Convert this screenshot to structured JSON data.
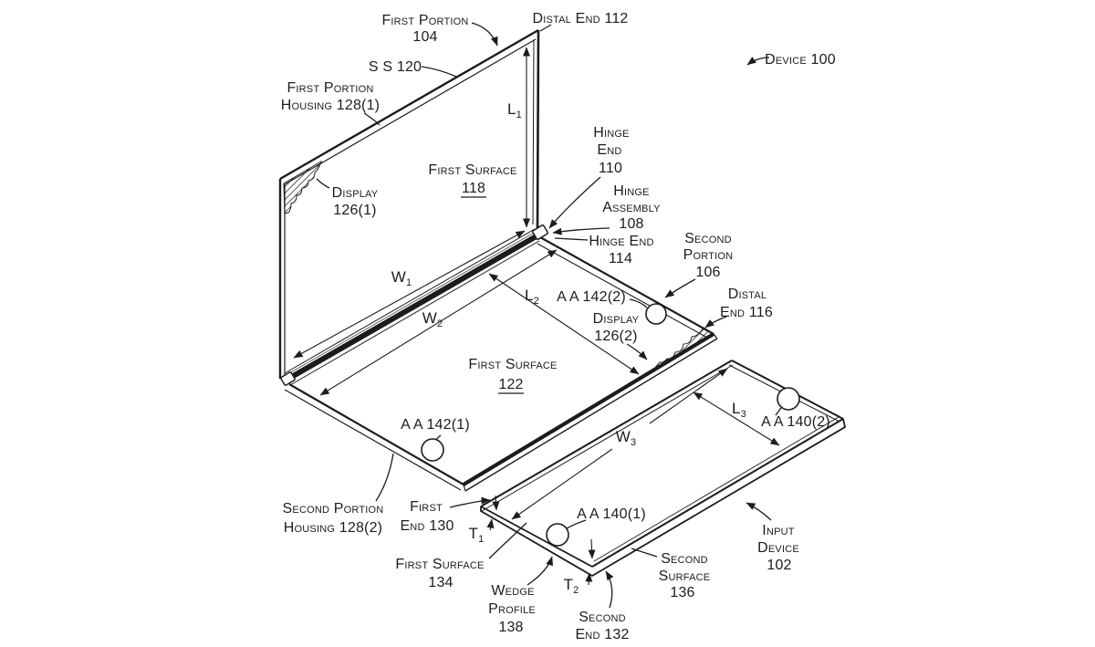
{
  "figure": {
    "labels": {
      "fp104": [
        "First Portion",
        "104"
      ],
      "distal112": [
        "Distal End 112"
      ],
      "ss120": [
        "S S 120"
      ],
      "fph128": [
        "First Portion",
        "Housing 128(1)"
      ],
      "disp126_1": [
        "Display",
        "126(1)"
      ],
      "fs118": [
        "First Surface",
        "118"
      ],
      "he110": [
        "Hinge",
        "End",
        "110"
      ],
      "ha108": [
        "Hinge",
        "Assembly",
        "108"
      ],
      "he114": [
        "Hinge End",
        "114"
      ],
      "sp106": [
        "Second",
        "Portion",
        "106"
      ],
      "de116": [
        "Distal",
        "End 116"
      ],
      "aa142_2": [
        "A A 142(2)"
      ],
      "disp126_2": [
        "Display",
        "126(2)"
      ],
      "device100": [
        "Device 100"
      ],
      "fs122": [
        "First Surface",
        "122"
      ],
      "aa142_1": [
        "A A 142(1)"
      ],
      "sph128": [
        "Second Portion",
        "Housing 128(2)"
      ],
      "fe130": [
        "First",
        "End 130"
      ],
      "fs134": [
        "First Surface",
        "134"
      ],
      "wp138": [
        "Wedge",
        "Profile",
        "138"
      ],
      "se132": [
        "Second",
        "End 132"
      ],
      "ssurf136": [
        "Second",
        "Surface",
        "136"
      ],
      "id102": [
        "Input",
        "Device",
        "102"
      ],
      "aa140_1": [
        "A A 140(1)"
      ],
      "aa140_2": [
        "A A 140(2)"
      ]
    },
    "dims": {
      "l1": {
        "base": "L",
        "sub": "1"
      },
      "l2": {
        "base": "L",
        "sub": "2"
      },
      "l3": {
        "base": "L",
        "sub": "3"
      },
      "w1": {
        "base": "W",
        "sub": "1"
      },
      "w2": {
        "base": "W",
        "sub": "2"
      },
      "w3": {
        "base": "W",
        "sub": "3"
      },
      "t1": {
        "base": "T",
        "sub": "1"
      },
      "t2": {
        "base": "T",
        "sub": "2"
      }
    },
    "colors": {
      "ink": "#1c1c1c",
      "paper": "#ffffff"
    }
  }
}
